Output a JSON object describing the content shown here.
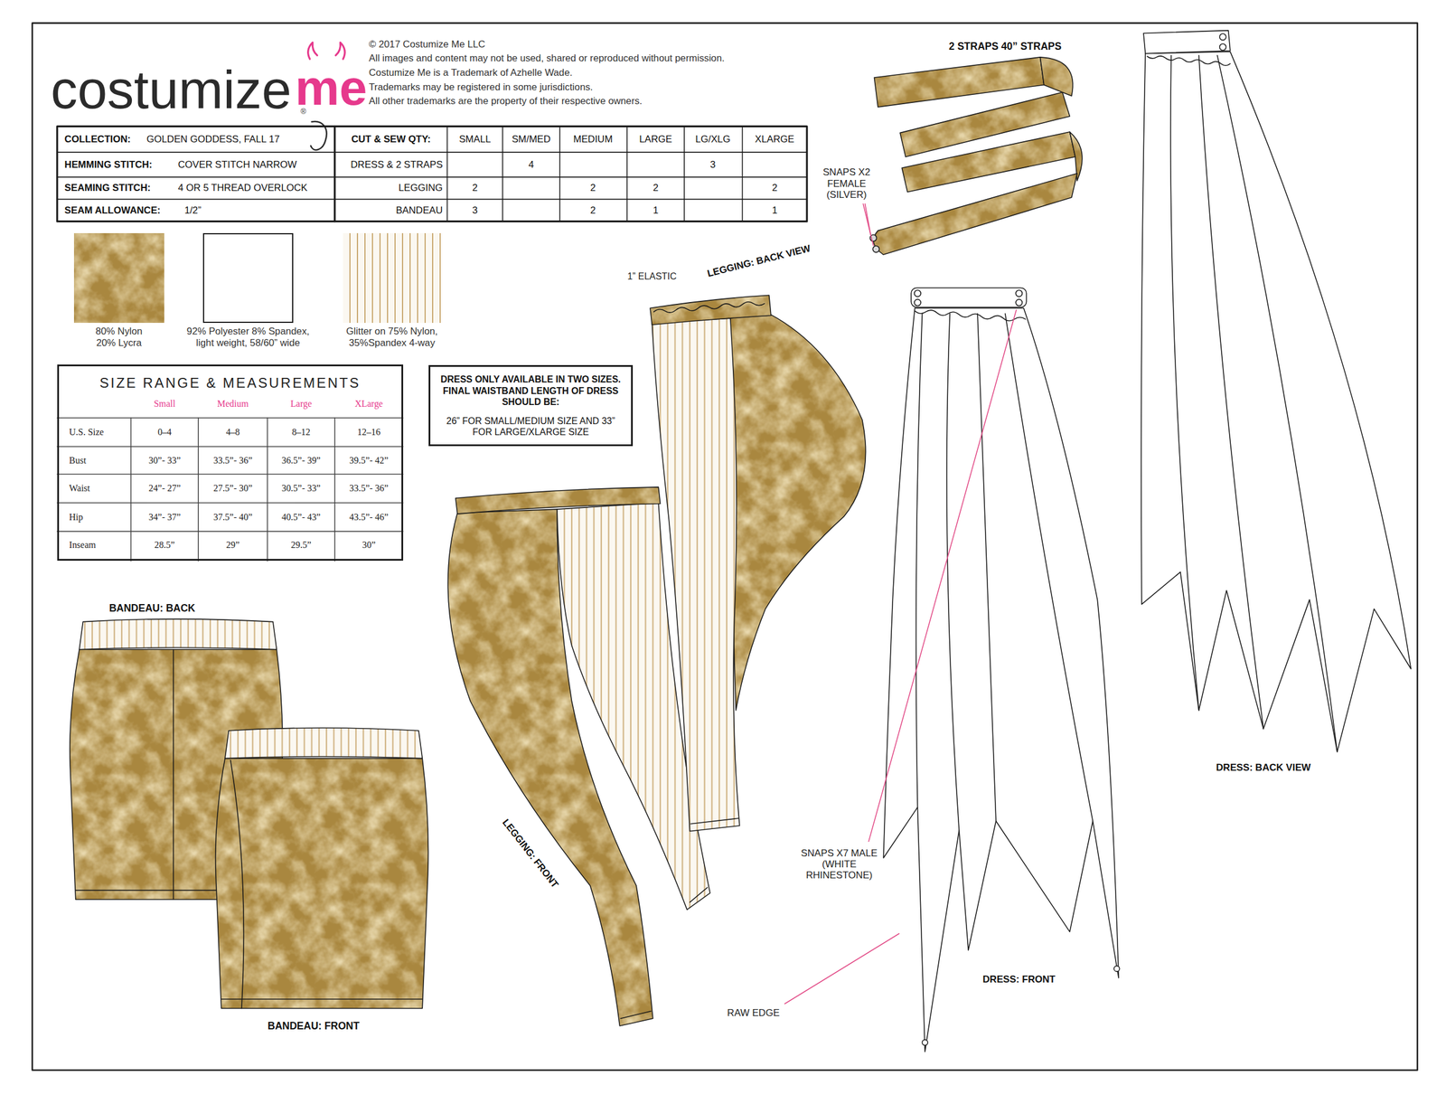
{
  "diagram": {
    "nodes": [
      {
        "text": [
          "SIZE RANGE & MEASUREMENTS"
        ]
      },
      {
        "text": [
          "DRESS ONLY AVAILABLE IN TWO SIZES. FINAL WAISTBAND LENGTH OF DRESS SHOULD BE:",
          "26” FOR SMALL/MEDIUM SIZE AND 33” FOR LARGE/XLARGE SIZE"
        ]
      }
    ],
    "labels": [
      "costumize",
      "me",
      "®",
      "© 2017 Costumize Me LLC",
      "All images and content may not be used, shared or reproduced without permission.",
      "Costumize Me is a Trademark of Azhelle Wade.",
      "Trademarks may be registered in some jurisdictions.",
      "All other trademarks are the property of their respective owners.",
      "COLLECTION:",
      "GOLDEN GODDESS, FALL 17",
      "HEMMING STITCH:",
      "COVER STITCH NARROW",
      "SEAMING STITCH:",
      "4 OR 5 THREAD OVERLOCK",
      "SEAM ALLOWANCE:",
      "1/2”",
      "CUT & SEW QTY:",
      "SMALL",
      "SM/MED",
      "MEDIUM",
      "LARGE",
      "LG/XLG",
      "XLARGE",
      "DRESS & 2 STRAPS",
      "4",
      "3",
      "LEGGING",
      "2",
      "2",
      "2",
      "2",
      "BANDEAU",
      "3",
      "2",
      "1",
      "1",
      "Small",
      "Medium",
      "Large",
      "XLarge",
      "U.S. Size",
      "0–4",
      "4–8",
      "8–12",
      "12–16",
      "Bust",
      "30”- 33”",
      "33.5”- 36”",
      "36.5”- 39”",
      "39.5”- 42”",
      "Waist",
      "24”- 27”",
      "27.5”- 30”",
      "30.5”- 33”",
      "33.5”- 36”",
      "Hip",
      "34”- 37”",
      "37.5”- 40”",
      "40.5”- 43”",
      "43.5”- 46”",
      "Inseam",
      "28.5”",
      "29”",
      "29.5”",
      "30”",
      "2 STRAPS 40” STRAPS",
      "SNAPS X2 FEMALE (SILVER)",
      "1” ELASTIC",
      "LEGGING: BACK VIEW",
      "LEGGING: FRONT",
      "BANDEAU: BACK",
      "BANDEAU: FRONT",
      "SNAPS X7 MALE (WHITE RHINESTONE)",
      "RAW EDGE",
      "DRESS: FRONT",
      "DRESS: BACK VIEW"
    ],
    "legend": [
      {
        "text": "80% Nylon 20% Lycra",
        "color": "#a9873f"
      },
      {
        "text": "92% Polyester 8% Spandex, light weight, 58/60” wide",
        "color": "#ffffff"
      },
      {
        "text": "Glitter on 75% Nylon, 35%Spandex 4-way"
      }
    ]
  }
}
